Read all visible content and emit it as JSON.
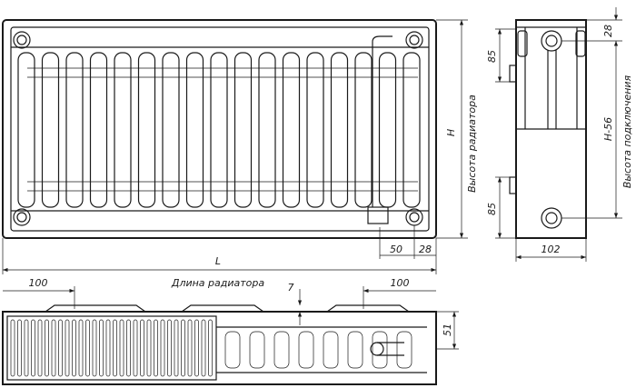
{
  "front_view": {
    "height_symbol": "H",
    "height_label": "Высота радиатора",
    "length_symbol": "L",
    "length_label": "Длина радиатора",
    "dim_connection_offset": "50",
    "dim_side_offset": "28"
  },
  "side_view": {
    "dim_top_bracket": "85",
    "dim_bottom_bracket": "85",
    "dim_top_connection": "28",
    "connection_height_formula": "H-56",
    "connection_height_label": "Высота подключения",
    "depth": "102"
  },
  "top_view": {
    "dim_left_bracket": "100",
    "dim_right_bracket": "100",
    "dim_gap": "7",
    "dim_depth": "51"
  }
}
